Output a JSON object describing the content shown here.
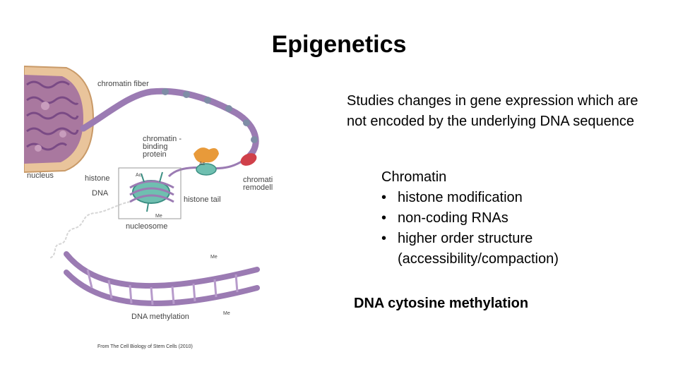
{
  "slide": {
    "title": "Epigenetics",
    "intro": "Studies changes in gene expression which are not encoded by the underlying DNA sequence",
    "chromatin_heading": "Chromatin",
    "bullets": [
      "histone modification",
      "non-coding RNAs",
      "higher order structure"
    ],
    "bullet_continuation": "(accessibility/compaction)",
    "methylation_heading": "DNA cytosine methylation",
    "credit": "From The Cell Biology of Stem Cells (2010)"
  },
  "figure": {
    "labels": {
      "chromatin_fiber": "chromatin fiber",
      "nucleus": "nucleus",
      "chromatin_binding_1": "chromatin -",
      "chromatin_binding_2": "binding",
      "chromatin_binding_3": "protein",
      "histone": "histone",
      "dna": "DNA",
      "histone_tail": "histone tail",
      "nucleosome": "nucleosome",
      "chromatin_remodeller_1": "chromatin",
      "chromatin_remodeller_2": "remodeller",
      "dna_methylation": "DNA methylation",
      "ac_1": "Ac",
      "ac_2": "Ac",
      "me_1": "Me",
      "me_2": "Me",
      "me_3": "Me"
    },
    "colors": {
      "nucleus": "#e9c49b",
      "chromatin": "#8f5f9a",
      "histone": "#6fbfb0",
      "dna_backbone": "#9b7bb3",
      "binding_protein": "#e89a3a",
      "remodeller": "#d0404a"
    }
  }
}
